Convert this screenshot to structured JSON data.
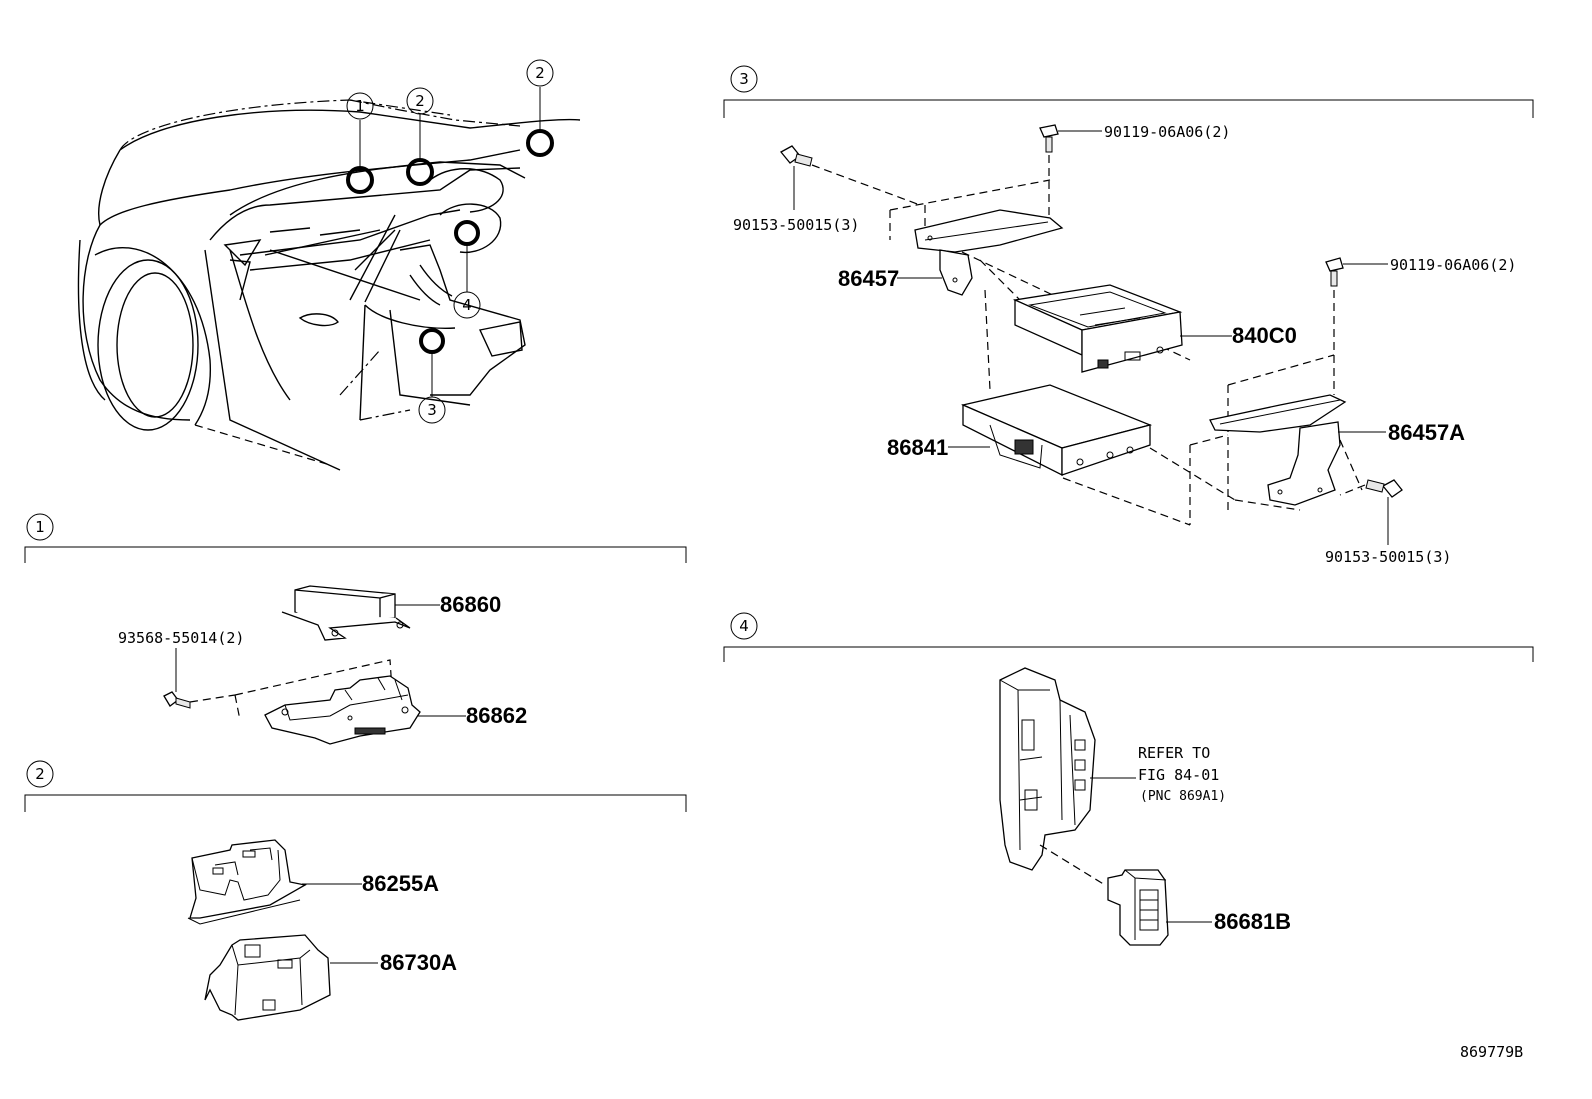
{
  "diagram": {
    "callouts": {
      "c1": "1",
      "c2": "2",
      "c3": "3",
      "c4": "4"
    },
    "sections": {
      "s1": {
        "number": "1"
      },
      "s2": {
        "number": "2"
      },
      "s3": {
        "number": "3"
      },
      "s4": {
        "number": "4"
      }
    },
    "parts": {
      "p86860": "86860",
      "p86862": "86862",
      "p93568": "93568-55014(2)",
      "p86255A": "86255A",
      "p86730A": "86730A",
      "p90119_a": "90119-06A06(2)",
      "p90153_a": "90153-50015(3)",
      "p86457": "86457",
      "p840C0": "840C0",
      "p90119_b": "90119-06A06(2)",
      "p86841": "86841",
      "p86457A": "86457A",
      "p90153_b": "90153-50015(3)",
      "p86681B": "86681B"
    },
    "refer": {
      "line1": "REFER TO",
      "line2": "FIG 84-01",
      "line3": "(PNC 869A1)"
    },
    "figure_id": "869779B"
  }
}
